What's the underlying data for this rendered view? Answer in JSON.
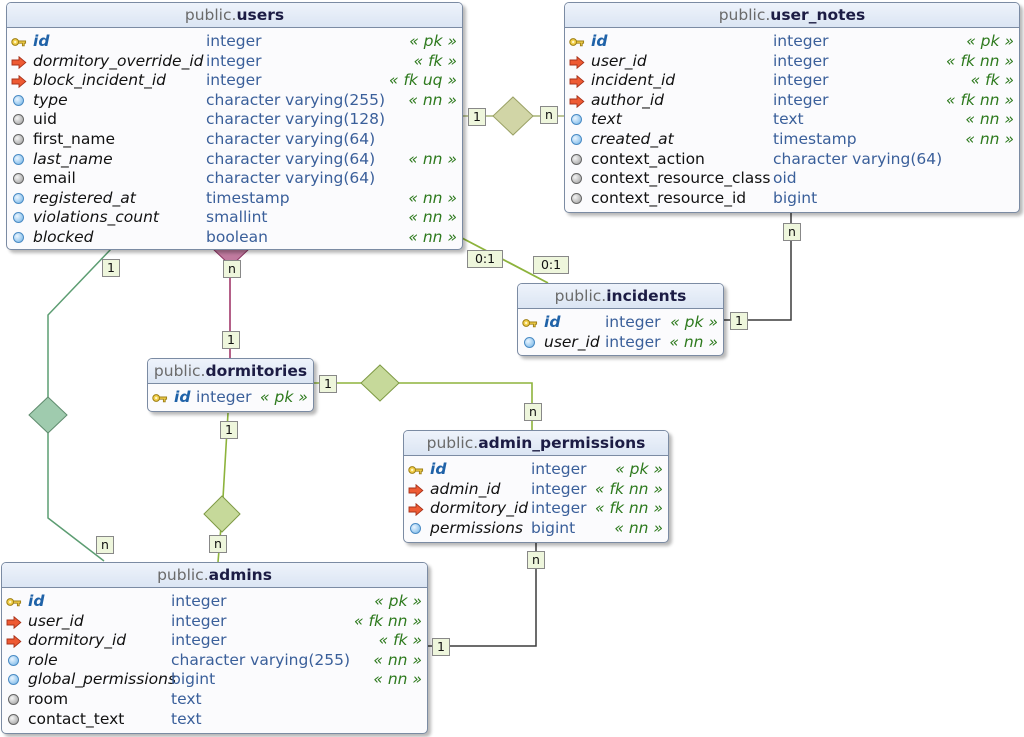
{
  "schema": "public.",
  "tables": {
    "users": {
      "name": "users",
      "columns": [
        {
          "name": "id",
          "type": "integer",
          "flags": "« pk »",
          "kind": "pk"
        },
        {
          "name": "dormitory_override_id",
          "type": "integer",
          "flags": "« fk »",
          "kind": "fk"
        },
        {
          "name": "block_incident_id",
          "type": "integer",
          "flags": "« fk uq »",
          "kind": "fk"
        },
        {
          "name": "type",
          "type": "character varying(255)",
          "flags": "« nn »",
          "kind": "nn"
        },
        {
          "name": "uid",
          "type": "character varying(128)",
          "flags": "",
          "kind": "nul"
        },
        {
          "name": "first_name",
          "type": "character varying(64)",
          "flags": "",
          "kind": "nul"
        },
        {
          "name": "last_name",
          "type": "character varying(64)",
          "flags": "« nn »",
          "kind": "nn"
        },
        {
          "name": "email",
          "type": "character varying(64)",
          "flags": "",
          "kind": "nul"
        },
        {
          "name": "registered_at",
          "type": "timestamp",
          "flags": "« nn »",
          "kind": "nn"
        },
        {
          "name": "violations_count",
          "type": "smallint",
          "flags": "« nn »",
          "kind": "nn"
        },
        {
          "name": "blocked",
          "type": "boolean",
          "flags": "« nn »",
          "kind": "nn"
        }
      ]
    },
    "user_notes": {
      "name": "user_notes",
      "columns": [
        {
          "name": "id",
          "type": "integer",
          "flags": "« pk »",
          "kind": "pk"
        },
        {
          "name": "user_id",
          "type": "integer",
          "flags": "« fk nn »",
          "kind": "fk"
        },
        {
          "name": "incident_id",
          "type": "integer",
          "flags": "« fk »",
          "kind": "fk"
        },
        {
          "name": "author_id",
          "type": "integer",
          "flags": "« fk nn »",
          "kind": "fk"
        },
        {
          "name": "text",
          "type": "text",
          "flags": "« nn »",
          "kind": "nn"
        },
        {
          "name": "created_at",
          "type": "timestamp",
          "flags": "« nn »",
          "kind": "nn"
        },
        {
          "name": "context_action",
          "type": "character varying(64)",
          "flags": "",
          "kind": "nul"
        },
        {
          "name": "context_resource_class",
          "type": "oid",
          "flags": "",
          "kind": "nul"
        },
        {
          "name": "context_resource_id",
          "type": "bigint",
          "flags": "",
          "kind": "nul"
        }
      ]
    },
    "incidents": {
      "name": "incidents",
      "columns": [
        {
          "name": "id",
          "type": "integer",
          "flags": "« pk »",
          "kind": "pk"
        },
        {
          "name": "user_id",
          "type": "integer",
          "flags": "« nn »",
          "kind": "nn"
        }
      ]
    },
    "dormitories": {
      "name": "dormitories",
      "columns": [
        {
          "name": "id",
          "type": "integer",
          "flags": "« pk »",
          "kind": "pk"
        }
      ]
    },
    "admin_permissions": {
      "name": "admin_permissions",
      "columns": [
        {
          "name": "id",
          "type": "integer",
          "flags": "« pk »",
          "kind": "pk"
        },
        {
          "name": "admin_id",
          "type": "integer",
          "flags": "« fk nn »",
          "kind": "fk"
        },
        {
          "name": "dormitory_id",
          "type": "integer",
          "flags": "« fk nn »",
          "kind": "fk"
        },
        {
          "name": "permissions",
          "type": "bigint",
          "flags": "« nn »",
          "kind": "nn"
        }
      ]
    },
    "admins": {
      "name": "admins",
      "columns": [
        {
          "name": "id",
          "type": "integer",
          "flags": "« pk »",
          "kind": "pk"
        },
        {
          "name": "user_id",
          "type": "integer",
          "flags": "« fk nn »",
          "kind": "fk"
        },
        {
          "name": "dormitory_id",
          "type": "integer",
          "flags": "« fk »",
          "kind": "fk"
        },
        {
          "name": "role",
          "type": "character varying(255)",
          "flags": "« nn »",
          "kind": "nn"
        },
        {
          "name": "global_permissions",
          "type": "bigint",
          "flags": "« nn »",
          "kind": "nn"
        },
        {
          "name": "room",
          "type": "text",
          "flags": "",
          "kind": "nul"
        },
        {
          "name": "contact_text",
          "type": "text",
          "flags": "",
          "kind": "nul"
        }
      ]
    }
  },
  "cardinalities": {
    "users_notes_one": "1",
    "users_notes_many": "n",
    "users_incidents_a": "0:1",
    "users_incidents_b": "0:1",
    "notes_incident_many": "n",
    "notes_incident_one": "1",
    "users_dorm_many": "n",
    "users_dorm_one": "1",
    "users_admins_one": "1",
    "users_admins_many": "n",
    "dorm_perm_one": "1",
    "dorm_perm_many": "n",
    "dorm_admins_one": "1",
    "dorm_admins_many": "n",
    "perm_admins_many": "n",
    "admins_perm_one": "1"
  },
  "colors": {
    "green_line": "#8db33c",
    "teal_line": "#5c9d72",
    "purple_line": "#a2386b",
    "dark_line": "#3c3c3c",
    "diamond_green": "#c6d99a",
    "diamond_teal": "#9fcbae",
    "diamond_purple": "#c07a9f"
  }
}
